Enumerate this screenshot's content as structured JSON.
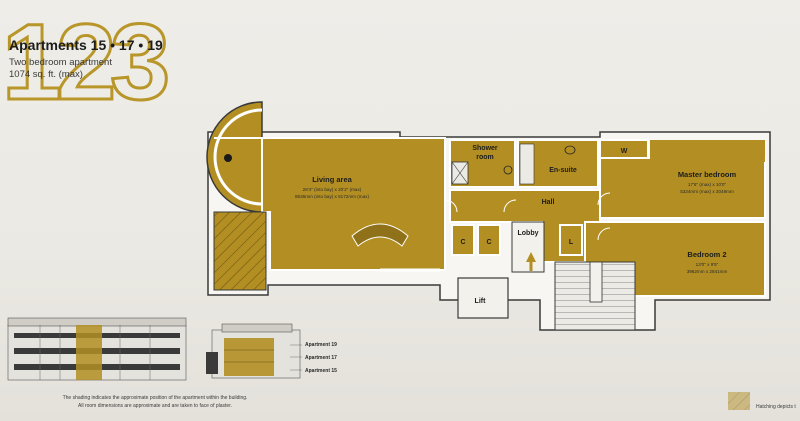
{
  "header": {
    "big_number": "123",
    "title": "Apartments  15 • 17 • 19",
    "subtitle": "Two bedroom apartment",
    "area": "1074 sq. ft. (max)"
  },
  "rooms": {
    "living": {
      "name": "Living area",
      "dim_imperial": "28'4\" (into bay) x 20'2\" (max)",
      "dim_metric": "8636mm (into bay) x 6172mm (max)"
    },
    "shower": {
      "name": "Shower room"
    },
    "ensuite": {
      "name": "En-suite"
    },
    "wardrobe": {
      "name": "W"
    },
    "master": {
      "name": "Master bedroom",
      "dim_imperial": "17'6\" (max) x 10'0\"",
      "dim_metric": "5334mm (max) x 3048mm"
    },
    "bedroom2": {
      "name": "Bedroom 2",
      "dim_imperial": "13'0\" x 9'5\"",
      "dim_metric": "3962mm x 2841mm"
    },
    "hall": {
      "name": "Hall"
    },
    "lobby": {
      "name": "Lobby"
    },
    "lift": {
      "name": "Lift"
    },
    "cupboard1": {
      "name": "C"
    },
    "cupboard2": {
      "name": "C"
    },
    "linen": {
      "name": "L"
    }
  },
  "elevation_labels": [
    "Apartment 19",
    "Apartment 17",
    "Apartment 15"
  ],
  "footnote": {
    "line1": "The shading indicates the approximate position of the apartment within the building.",
    "line2": "All room dimensions are approximate and are taken to face of plaster."
  },
  "hatch_note": "Hatching depicts t",
  "colors": {
    "room_fill": "#b38f23",
    "number_outline": "#b8962a",
    "wall": "#ffffff"
  }
}
